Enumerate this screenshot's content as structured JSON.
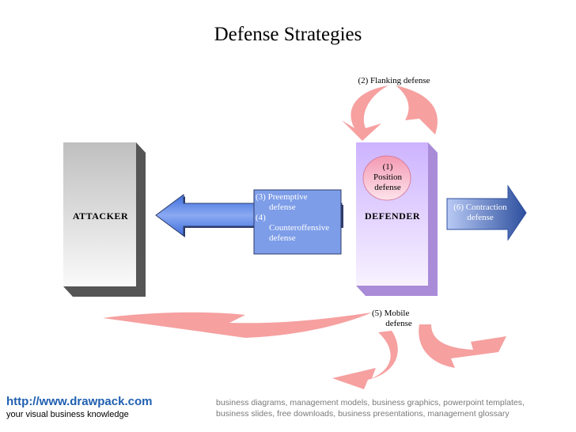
{
  "title": "Defense Strategies",
  "attacker": {
    "label": "ATTACKER"
  },
  "defender": {
    "label": "DEFENDER"
  },
  "strategies": {
    "position": [
      "(1)",
      "Position",
      "defense"
    ],
    "flanking": "(2) Flanking defense",
    "preemptive": [
      "(3) Preemptive",
      "defense"
    ],
    "counteroffensive": [
      "(4)",
      "Counteroffensive",
      "defense"
    ],
    "mobile": [
      "(5) Mobile",
      "defense"
    ],
    "contraction": [
      "(6) Contraction",
      "defense"
    ]
  },
  "footer": {
    "url": "http://www.drawpack.com",
    "tagline": "your visual business knowledge",
    "description": "business diagrams, management models, business graphics, powerpoint templates, business slides, free downloads, business presentations, management glossary"
  },
  "colors": {
    "salmon_arrow": "#f6a0a0",
    "blue_arrow": "#5f86e6",
    "defender_box": "#e7d6ff",
    "attacker_box": "#d9d9d9",
    "position_circle": "#f7b6c6",
    "footer_link": "#1f5fb0"
  }
}
